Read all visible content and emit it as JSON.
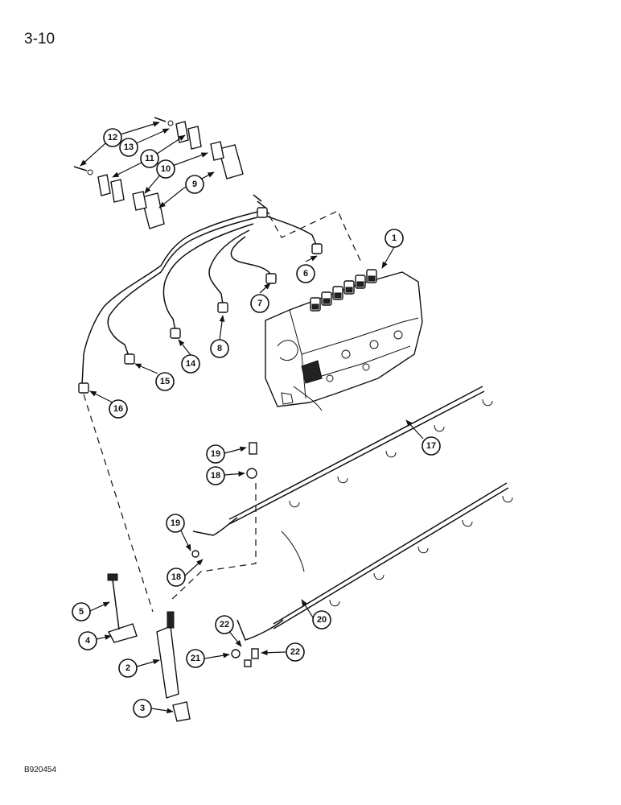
{
  "page": {
    "number": "3-10",
    "figure_code": "B920454"
  },
  "callouts": [
    "1",
    "2",
    "3",
    "4",
    "5",
    "6",
    "7",
    "8",
    "9",
    "10",
    "11",
    "12",
    "13",
    "14",
    "15",
    "16",
    "17",
    "18",
    "19",
    "20",
    "21",
    "22"
  ]
}
